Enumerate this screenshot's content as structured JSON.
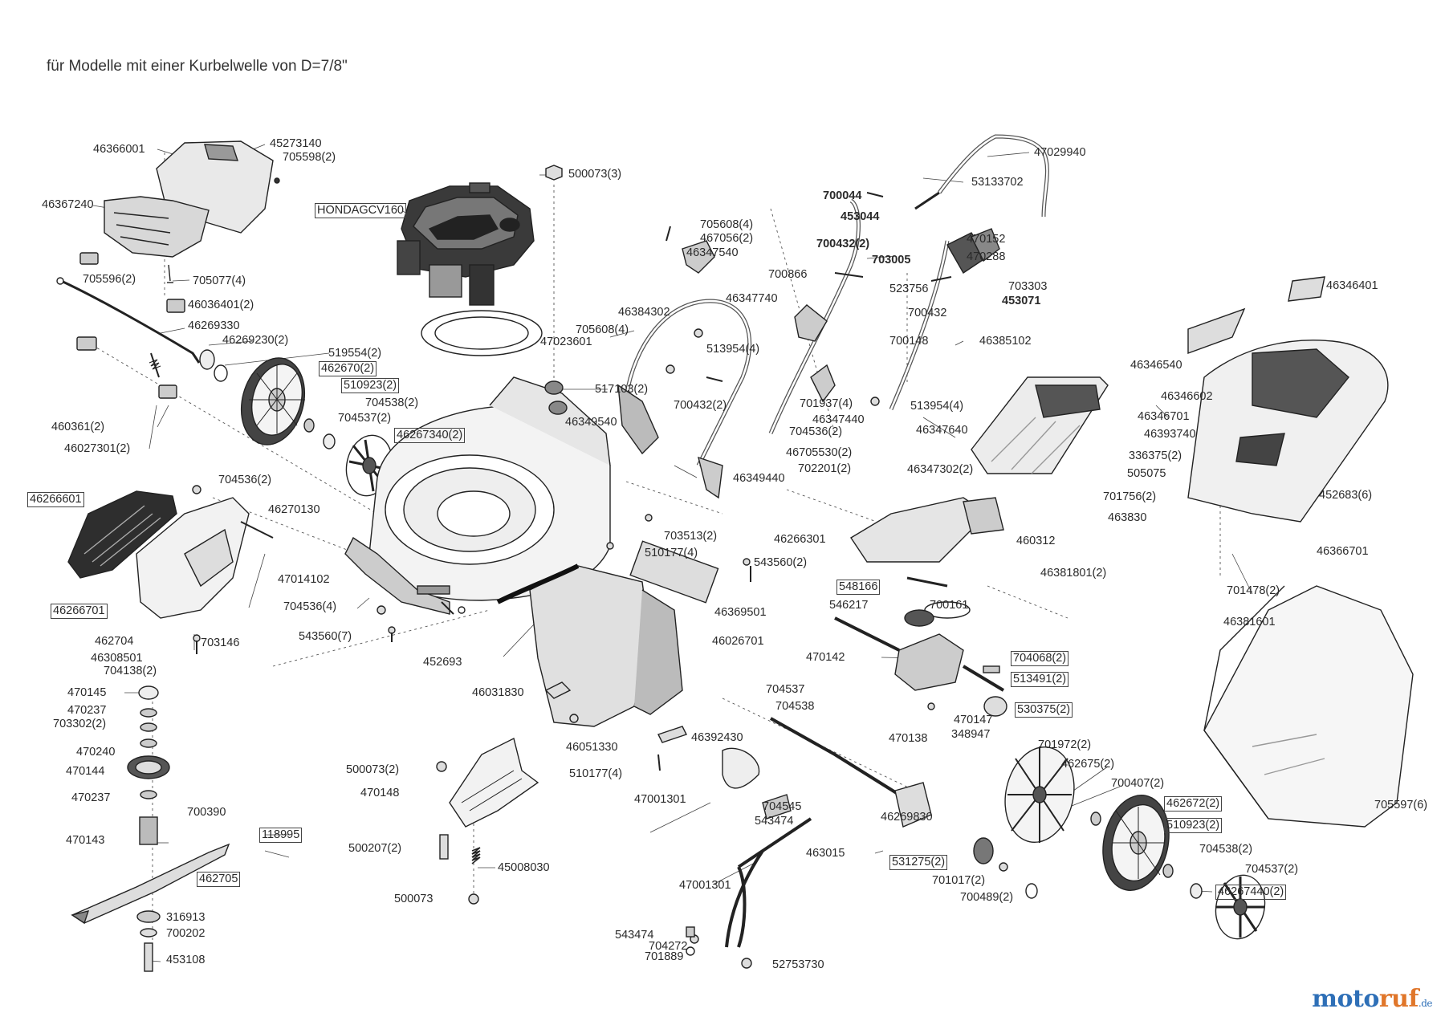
{
  "header": {
    "title": "für Modelle mit einer Kurbelwelle von D=7/8\""
  },
  "watermark": {
    "part1": "moto",
    "part2": "ruf",
    "part3": ".de"
  },
  "part_labels": [
    {
      "id": "l-46366001",
      "text": "46366001",
      "style": "plain"
    },
    {
      "id": "l-45273140",
      "text": "45273140",
      "style": "plain"
    },
    {
      "id": "l-705598-2",
      "text": "705598(2)",
      "style": "plain"
    },
    {
      "id": "l-46367240",
      "text": "46367240",
      "style": "plain"
    },
    {
      "id": "l-705596-2",
      "text": "705596(2)",
      "style": "plain"
    },
    {
      "id": "l-705077-4",
      "text": "705077(4)",
      "style": "plain"
    },
    {
      "id": "l-46036401-2",
      "text": "46036401(2)",
      "style": "plain"
    },
    {
      "id": "l-46269330",
      "text": "46269330",
      "style": "plain"
    },
    {
      "id": "l-46269230-2",
      "text": "46269230(2)",
      "style": "plain"
    },
    {
      "id": "l-519554-2",
      "text": "519554(2)",
      "style": "plain"
    },
    {
      "id": "l-462670-2",
      "text": "462670(2)",
      "style": "boxed"
    },
    {
      "id": "l-510923-2a",
      "text": "510923(2)",
      "style": "boxed"
    },
    {
      "id": "l-704538-2a",
      "text": "704538(2)",
      "style": "plain"
    },
    {
      "id": "l-704537-2a",
      "text": "704537(2)",
      "style": "plain"
    },
    {
      "id": "l-46267340-2",
      "text": "46267340(2)",
      "style": "boxed"
    },
    {
      "id": "l-460361-2",
      "text": "460361(2)",
      "style": "plain"
    },
    {
      "id": "l-46027301-2",
      "text": "46027301(2)",
      "style": "plain"
    },
    {
      "id": "l-hondagcv160",
      "text": "HONDAGCV160",
      "style": "boxed"
    },
    {
      "id": "l-500073-3",
      "text": "500073(3)",
      "style": "plain"
    },
    {
      "id": "l-47023601",
      "text": "47023601",
      "style": "plain"
    },
    {
      "id": "l-517103-2",
      "text": "517103(2)",
      "style": "plain"
    },
    {
      "id": "l-705608-4a",
      "text": "705608(4)",
      "style": "plain"
    },
    {
      "id": "l-467056-2",
      "text": "467056(2)",
      "style": "plain"
    },
    {
      "id": "l-46347540",
      "text": "46347540",
      "style": "plain"
    },
    {
      "id": "l-46384302",
      "text": "46384302",
      "style": "plain"
    },
    {
      "id": "l-705608-4b",
      "text": "705608(4)",
      "style": "plain"
    },
    {
      "id": "l-513954-4a",
      "text": "513954(4)",
      "style": "plain"
    },
    {
      "id": "l-700432-2a",
      "text": "700432(2)",
      "style": "plain"
    },
    {
      "id": "l-46349540",
      "text": "46349540",
      "style": "plain"
    },
    {
      "id": "l-46349440",
      "text": "46349440",
      "style": "plain"
    },
    {
      "id": "l-46347740",
      "text": "46347740",
      "style": "plain"
    },
    {
      "id": "l-700866",
      "text": "700866",
      "style": "plain"
    },
    {
      "id": "l-701937-4",
      "text": "701937(4)",
      "style": "plain"
    },
    {
      "id": "l-46347440",
      "text": "46347440",
      "style": "plain"
    },
    {
      "id": "l-704536-2a",
      "text": "704536(2)",
      "style": "plain"
    },
    {
      "id": "l-46705530-2",
      "text": "46705530(2)",
      "style": "plain"
    },
    {
      "id": "l-702201-2",
      "text": "702201(2)",
      "style": "plain"
    },
    {
      "id": "l-47029940",
      "text": "47029940",
      "style": "plain"
    },
    {
      "id": "l-53133702",
      "text": "53133702",
      "style": "plain"
    },
    {
      "id": "l-700044",
      "text": "700044",
      "style": "bold"
    },
    {
      "id": "l-453044",
      "text": "453044",
      "style": "bold"
    },
    {
      "id": "l-700432-2b",
      "text": "700432(2)",
      "style": "bold"
    },
    {
      "id": "l-470152",
      "text": "470152",
      "style": "plain"
    },
    {
      "id": "l-703005",
      "text": "703005",
      "style": "bold"
    },
    {
      "id": "l-470288",
      "text": "470288",
      "style": "plain"
    },
    {
      "id": "l-703303",
      "text": "703303",
      "style": "plain"
    },
    {
      "id": "l-453071",
      "text": "453071",
      "style": "bold"
    },
    {
      "id": "l-523756",
      "text": "523756",
      "style": "plain"
    },
    {
      "id": "l-700432",
      "text": "700432",
      "style": "plain"
    },
    {
      "id": "l-700148",
      "text": "700148",
      "style": "plain"
    },
    {
      "id": "l-46385102",
      "text": "46385102",
      "style": "plain"
    },
    {
      "id": "l-513954-4b",
      "text": "513954(4)",
      "style": "plain"
    },
    {
      "id": "l-46347640",
      "text": "46347640",
      "style": "plain"
    },
    {
      "id": "l-46347302-2",
      "text": "46347302(2)",
      "style": "plain"
    },
    {
      "id": "l-46346401",
      "text": "46346401",
      "style": "plain"
    },
    {
      "id": "l-46346540",
      "text": "46346540",
      "style": "plain"
    },
    {
      "id": "l-46346602",
      "text": "46346602",
      "style": "plain"
    },
    {
      "id": "l-46346701",
      "text": "46346701",
      "style": "plain"
    },
    {
      "id": "l-46393740",
      "text": "46393740",
      "style": "plain"
    },
    {
      "id": "l-336375-2",
      "text": "336375(2)",
      "style": "plain"
    },
    {
      "id": "l-505075",
      "text": "505075",
      "style": "plain"
    },
    {
      "id": "l-452683-6",
      "text": "452683(6)",
      "style": "plain"
    },
    {
      "id": "l-701756-2",
      "text": "701756(2)",
      "style": "plain"
    },
    {
      "id": "l-463830",
      "text": "463830",
      "style": "plain"
    },
    {
      "id": "l-460312",
      "text": "460312",
      "style": "plain"
    },
    {
      "id": "l-46381801-2",
      "text": "46381801(2)",
      "style": "plain"
    },
    {
      "id": "l-46366701",
      "text": "46366701",
      "style": "plain"
    },
    {
      "id": "l-701478-2",
      "text": "701478(2)",
      "style": "plain"
    },
    {
      "id": "l-46381601",
      "text": "46381601",
      "style": "plain"
    },
    {
      "id": "l-705597-6",
      "text": "705597(6)",
      "style": "plain"
    },
    {
      "id": "l-46266601",
      "text": "46266601",
      "style": "boxed"
    },
    {
      "id": "l-704536-2b",
      "text": "704536(2)",
      "style": "plain"
    },
    {
      "id": "l-46270130",
      "text": "46270130",
      "style": "plain"
    },
    {
      "id": "l-46266701",
      "text": "46266701",
      "style": "boxed"
    },
    {
      "id": "l-462704",
      "text": "462704",
      "style": "plain"
    },
    {
      "id": "l-46308501",
      "text": "46308501",
      "style": "plain"
    },
    {
      "id": "l-704138-2",
      "text": "704138(2)",
      "style": "plain"
    },
    {
      "id": "l-703146",
      "text": "703146",
      "style": "plain"
    },
    {
      "id": "l-47014102",
      "text": "47014102",
      "style": "plain"
    },
    {
      "id": "l-704536-4",
      "text": "704536(4)",
      "style": "plain"
    },
    {
      "id": "l-543560-7",
      "text": "543560(7)",
      "style": "plain"
    },
    {
      "id": "l-452693",
      "text": "452693",
      "style": "plain"
    },
    {
      "id": "l-703513-2",
      "text": "703513(2)",
      "style": "plain"
    },
    {
      "id": "l-510177-4a",
      "text": "510177(4)",
      "style": "plain"
    },
    {
      "id": "l-543560-2",
      "text": "543560(2)",
      "style": "plain"
    },
    {
      "id": "l-46369501",
      "text": "46369501",
      "style": "plain"
    },
    {
      "id": "l-46026701",
      "text": "46026701",
      "style": "plain"
    },
    {
      "id": "l-46266301",
      "text": "46266301",
      "style": "plain"
    },
    {
      "id": "l-548166",
      "text": "548166",
      "style": "boxed"
    },
    {
      "id": "l-546217",
      "text": "546217",
      "style": "plain"
    },
    {
      "id": "l-700161",
      "text": "700161",
      "style": "plain"
    },
    {
      "id": "l-470142",
      "text": "470142",
      "style": "plain"
    },
    {
      "id": "l-704068-2",
      "text": "704068(2)",
      "style": "boxed"
    },
    {
      "id": "l-513491-2",
      "text": "513491(2)",
      "style": "boxed"
    },
    {
      "id": "l-530375-2",
      "text": "530375(2)",
      "style": "boxed"
    },
    {
      "id": "l-470147",
      "text": "470147",
      "style": "plain"
    },
    {
      "id": "l-470138",
      "text": "470138",
      "style": "plain"
    },
    {
      "id": "l-348947",
      "text": "348947",
      "style": "plain"
    },
    {
      "id": "l-470145",
      "text": "470145",
      "style": "plain"
    },
    {
      "id": "l-470237a",
      "text": "470237",
      "style": "plain"
    },
    {
      "id": "l-703302-2",
      "text": "703302(2)",
      "style": "plain"
    },
    {
      "id": "l-470240",
      "text": "470240",
      "style": "plain"
    },
    {
      "id": "l-470144",
      "text": "470144",
      "style": "plain"
    },
    {
      "id": "l-470237b",
      "text": "470237",
      "style": "plain"
    },
    {
      "id": "l-700390",
      "text": "700390",
      "style": "plain"
    },
    {
      "id": "l-470143",
      "text": "470143",
      "style": "plain"
    },
    {
      "id": "l-118995",
      "text": "118995",
      "style": "boxed"
    },
    {
      "id": "l-462705",
      "text": "462705",
      "style": "boxed"
    },
    {
      "id": "l-316913",
      "text": "316913",
      "style": "plain"
    },
    {
      "id": "l-700202",
      "text": "700202",
      "style": "plain"
    },
    {
      "id": "l-453108",
      "text": "453108",
      "style": "plain"
    },
    {
      "id": "l-46031830",
      "text": "46031830",
      "style": "plain"
    },
    {
      "id": "l-46051330",
      "text": "46051330",
      "style": "plain"
    },
    {
      "id": "l-510177-4b",
      "text": "510177(4)",
      "style": "plain"
    },
    {
      "id": "l-500073-2",
      "text": "500073(2)",
      "style": "plain"
    },
    {
      "id": "l-470148",
      "text": "470148",
      "style": "plain"
    },
    {
      "id": "l-500207-2",
      "text": "500207(2)",
      "style": "plain"
    },
    {
      "id": "l-45008030",
      "text": "45008030",
      "style": "plain"
    },
    {
      "id": "l-500073",
      "text": "500073",
      "style": "plain"
    },
    {
      "id": "l-704537",
      "text": "704537",
      "style": "plain"
    },
    {
      "id": "l-704538",
      "text": "704538",
      "style": "plain"
    },
    {
      "id": "l-46392430",
      "text": "46392430",
      "style": "plain"
    },
    {
      "id": "l-47001301a",
      "text": "47001301",
      "style": "plain"
    },
    {
      "id": "l-704545",
      "text": "704545",
      "style": "plain"
    },
    {
      "id": "l-543474a",
      "text": "543474",
      "style": "plain"
    },
    {
      "id": "l-46269830",
      "text": "46269830",
      "style": "plain"
    },
    {
      "id": "l-463015",
      "text": "463015",
      "style": "plain"
    },
    {
      "id": "l-531275-2",
      "text": "531275(2)",
      "style": "boxed"
    },
    {
      "id": "l-701017-2",
      "text": "701017(2)",
      "style": "plain"
    },
    {
      "id": "l-700489-2",
      "text": "700489(2)",
      "style": "plain"
    },
    {
      "id": "l-47001301b",
      "text": "47001301",
      "style": "plain"
    },
    {
      "id": "l-543474b",
      "text": "543474",
      "style": "plain"
    },
    {
      "id": "l-704272",
      "text": "704272",
      "style": "plain"
    },
    {
      "id": "l-701889",
      "text": "701889",
      "style": "plain"
    },
    {
      "id": "l-52753730",
      "text": "52753730",
      "style": "plain"
    },
    {
      "id": "l-701972-2",
      "text": "701972(2)",
      "style": "plain"
    },
    {
      "id": "l-462675-2",
      "text": "462675(2)",
      "style": "plain"
    },
    {
      "id": "l-700407-2",
      "text": "700407(2)",
      "style": "plain"
    },
    {
      "id": "l-462672-2",
      "text": "462672(2)",
      "style": "boxed"
    },
    {
      "id": "l-510923-2b",
      "text": "510923(2)",
      "style": "boxed"
    },
    {
      "id": "l-704538-2b",
      "text": "704538(2)",
      "style": "plain"
    },
    {
      "id": "l-704537-2b",
      "text": "704537(2)",
      "style": "plain"
    },
    {
      "id": "l-46267440-2",
      "text": "46267440(2)",
      "style": "boxed"
    }
  ]
}
